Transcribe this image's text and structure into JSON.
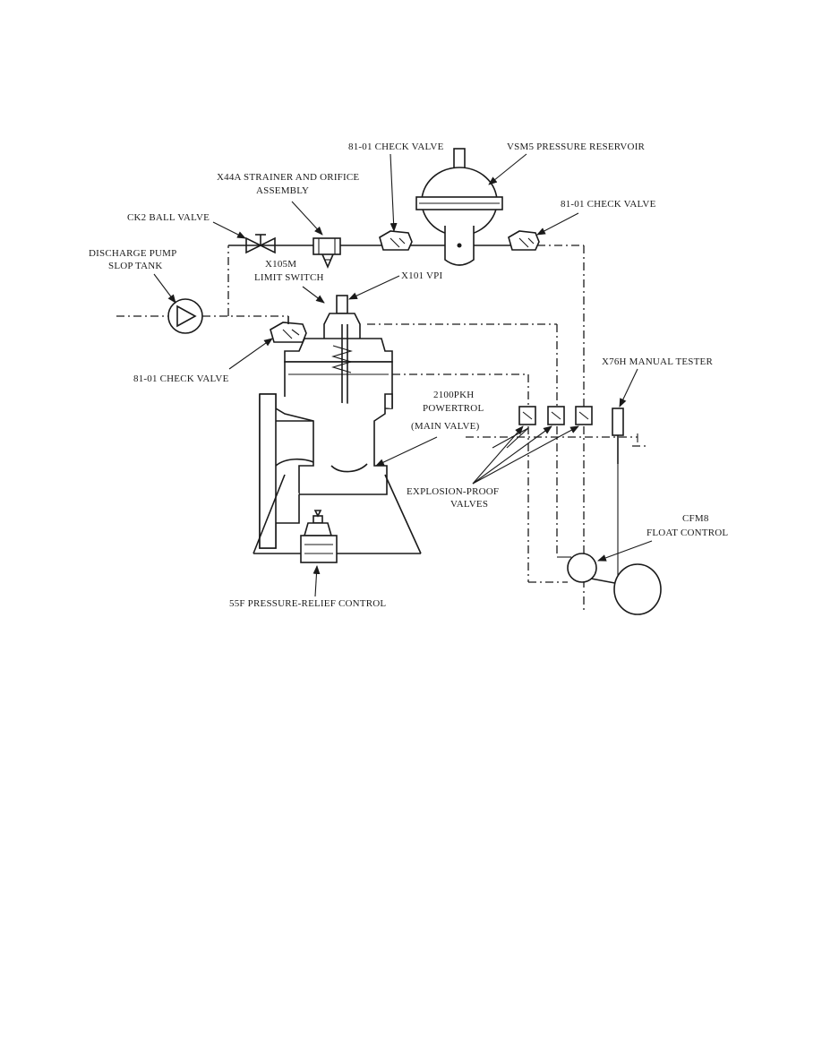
{
  "labels": {
    "check_valve_top": "81-01 CHECK VALVE",
    "reservoir": "VSM5 PRESSURE RESERVOIR",
    "strainer_line1": "X44A STRAINER AND ORIFICE",
    "strainer_line2": "ASSEMBLY",
    "check_valve_right": "81-01 CHECK VALVE",
    "ball_valve": "CK2 BALL VALVE",
    "pump_line1": "DISCHARGE PUMP",
    "pump_line2": "SLOP TANK",
    "limit_switch_line1": "X105M",
    "limit_switch_line2": "LIMIT SWITCH",
    "vpi": "X101 VPI",
    "check_valve_left": "81-01 CHECK VALVE",
    "manual_tester": "X76H MANUAL TESTER",
    "main_valve_line1": "2100PKH",
    "main_valve_line2": "POWERTROL",
    "main_valve_line3": "(MAIN VALVE)",
    "explosion_line1": "EXPLOSION-PROOF",
    "explosion_line2": "VALVES",
    "float_line1": "CFM8",
    "float_line2": "FLOAT CONTROL",
    "relief": "55F PRESSURE-RELIEF CONTROL"
  },
  "colors": {
    "ink": "#1a1a1a",
    "background": "#ffffff"
  }
}
